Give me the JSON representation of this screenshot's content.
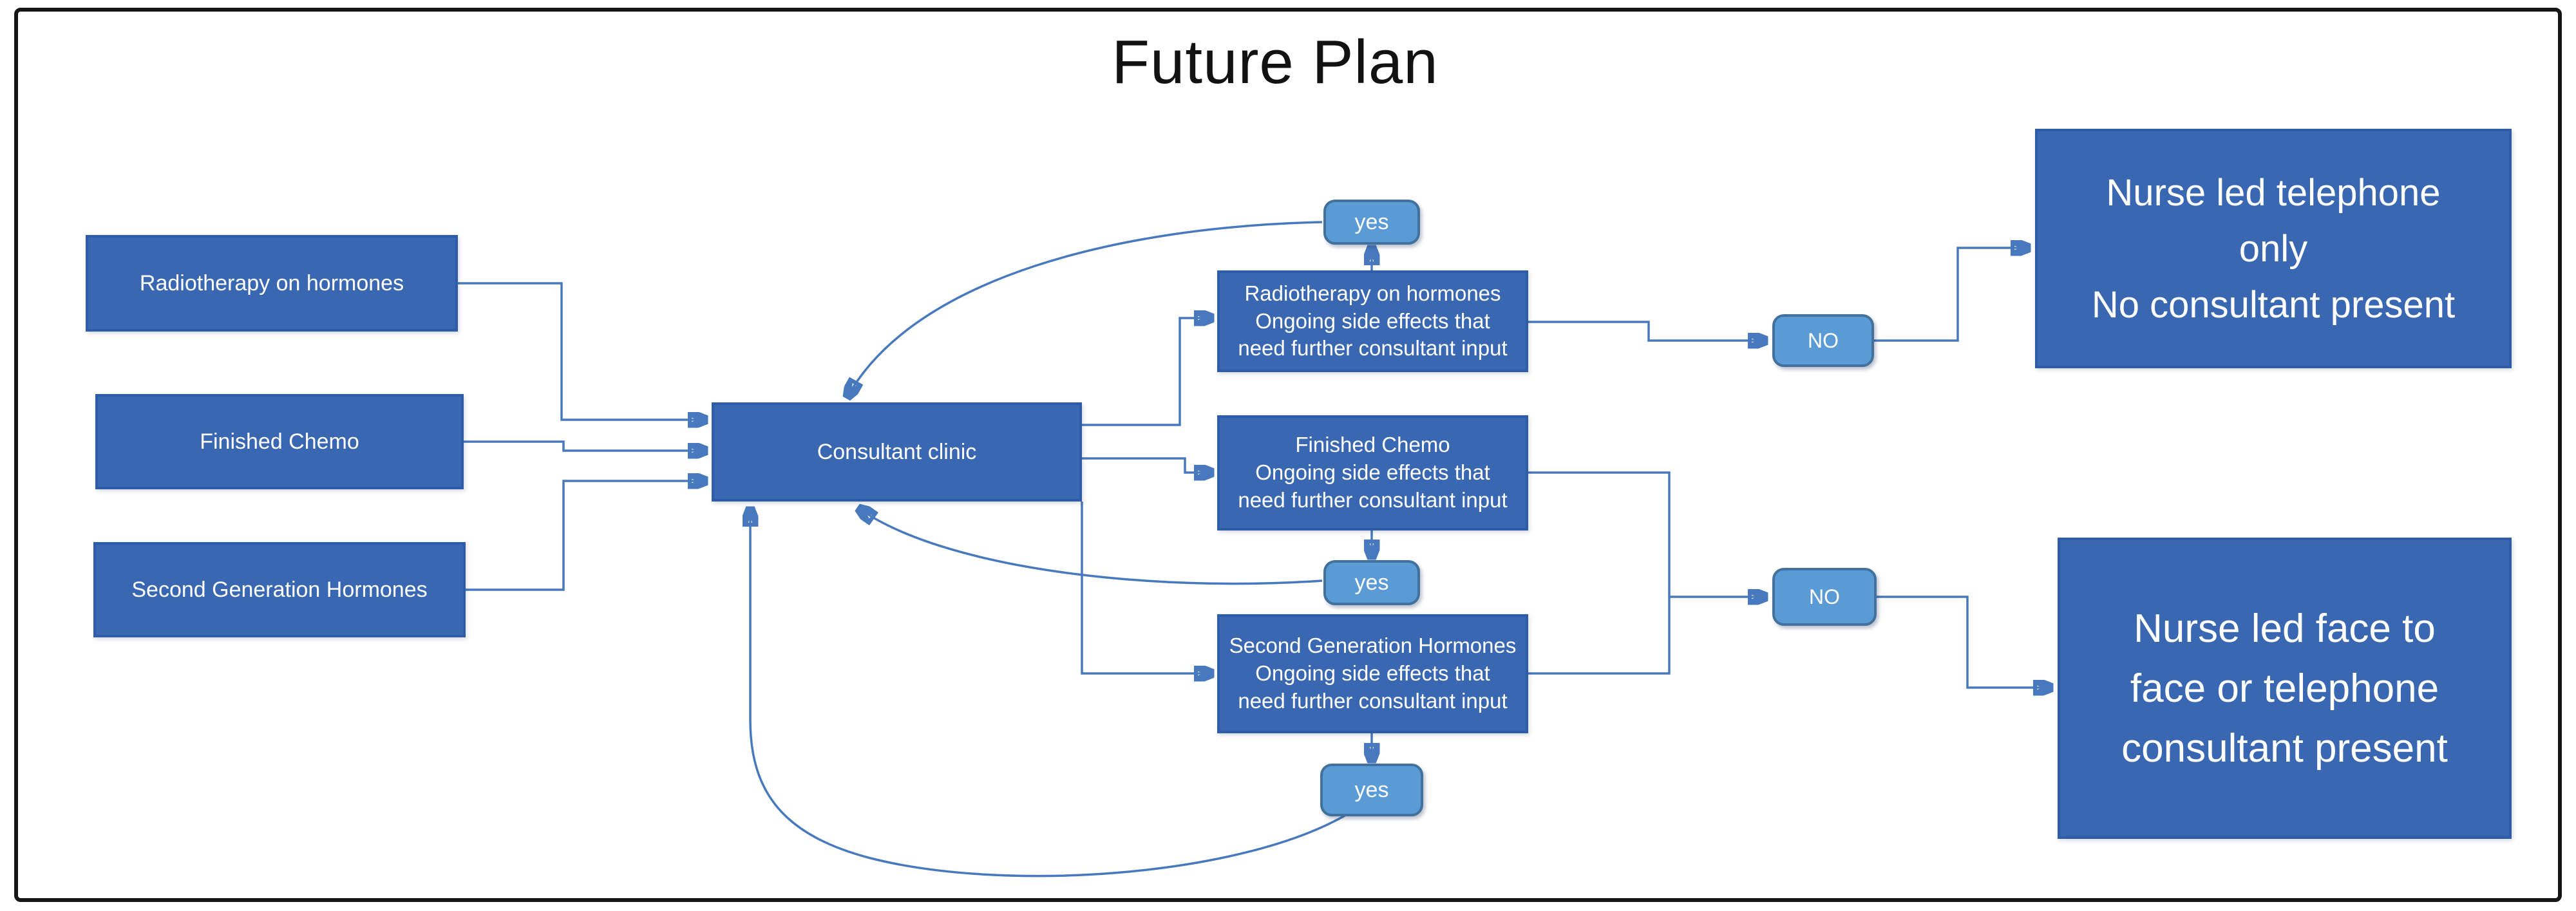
{
  "title": "Future Plan",
  "colors": {
    "box_fill": "#3A67B2",
    "box_border": "#2E5CA6",
    "badge_fill": "#5B9BD5",
    "badge_border": "#41719C",
    "connector": "#4879BE",
    "title_color": "#121212",
    "box_text": "#FFFFFF"
  },
  "nodes": {
    "radiotherapy": {
      "label": "Radiotherapy on hormones"
    },
    "finished_chemo": {
      "label": "Finished Chemo"
    },
    "second_gen": {
      "label": "Second Generation Hormones"
    },
    "clinic": {
      "label": "Consultant clinic"
    },
    "radiotherapy_ongoing": {
      "lines": [
        "Radiotherapy on hormones",
        "Ongoing side effects that",
        "need further consultant input"
      ]
    },
    "finished_chemo_ongoing": {
      "lines": [
        "Finished Chemo",
        "Ongoing side effects that",
        "need further consultant input"
      ]
    },
    "second_gen_ongoing": {
      "lines": [
        "Second Generation Hormones",
        "Ongoing side effects that",
        "need further consultant input"
      ]
    },
    "nurse_telephone": {
      "lines": [
        "Nurse led telephone",
        "only",
        "No consultant present"
      ]
    },
    "nurse_face": {
      "lines": [
        "Nurse led face to",
        "face or telephone",
        "consultant present"
      ]
    },
    "yes_top": {
      "label": "yes"
    },
    "yes_middle": {
      "label": "yes"
    },
    "yes_bottom": {
      "label": "yes"
    },
    "no_top": {
      "label": "NO"
    },
    "no_bottom": {
      "label": "NO"
    }
  },
  "edges": [
    {
      "from": "radiotherapy",
      "to": "clinic"
    },
    {
      "from": "finished_chemo",
      "to": "clinic"
    },
    {
      "from": "second_gen",
      "to": "clinic"
    },
    {
      "from": "clinic",
      "to": "radiotherapy_ongoing"
    },
    {
      "from": "clinic",
      "to": "finished_chemo_ongoing"
    },
    {
      "from": "clinic",
      "to": "second_gen_ongoing"
    },
    {
      "from": "radiotherapy_ongoing",
      "to": "yes_top"
    },
    {
      "from": "yes_top",
      "to": "clinic"
    },
    {
      "from": "finished_chemo_ongoing",
      "to": "yes_middle"
    },
    {
      "from": "yes_middle",
      "to": "clinic"
    },
    {
      "from": "second_gen_ongoing",
      "to": "yes_bottom"
    },
    {
      "from": "yes_bottom",
      "to": "clinic"
    },
    {
      "from": "radiotherapy_ongoing",
      "to": "no_top"
    },
    {
      "from": "no_top",
      "to": "nurse_telephone"
    },
    {
      "from": "finished_chemo_ongoing",
      "to": "no_bottom"
    },
    {
      "from": "second_gen_ongoing",
      "to": "no_bottom"
    },
    {
      "from": "no_bottom",
      "to": "nurse_face"
    }
  ]
}
